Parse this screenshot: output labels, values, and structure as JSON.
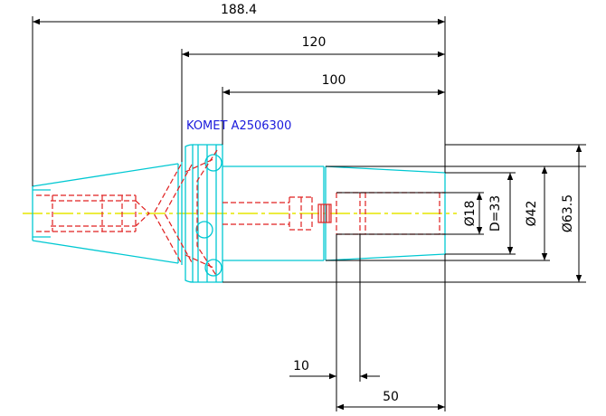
{
  "part_label": "KOMET A2506300",
  "dimensions": {
    "overall_length": "188.4",
    "gauge_length": "120",
    "body_length": "100",
    "bore_depth": "50",
    "step": "10",
    "bore_diameter": "Ø18",
    "d_value": "D=33",
    "nose_diameter": "Ø42",
    "flange_diameter": "Ø63.5"
  },
  "colors": {
    "outline": "#00c8d2",
    "hidden": "#e02020",
    "centerline": "#e6e600",
    "dimension": "#000000",
    "label": "#1a1adc"
  }
}
